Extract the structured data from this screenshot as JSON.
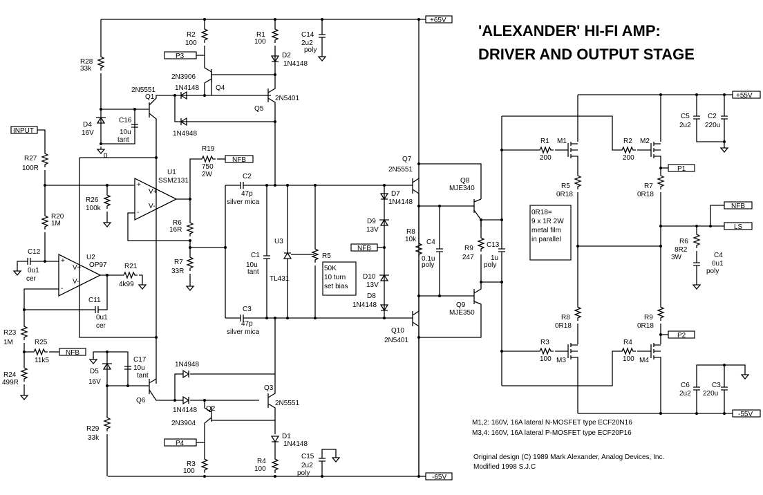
{
  "title": {
    "line1": "'ALEXANDER' HI-FI AMP:",
    "line2": "DRIVER AND OUTPUT STAGE"
  },
  "ports": {
    "v_pos65": "+65V",
    "v_neg65": "-65V",
    "v_pos55": "+55V",
    "v_neg55": "-55V",
    "input": "INPUT",
    "nfb": "NFB",
    "ls": "LS",
    "p1": "P1",
    "p2": "P2",
    "p3": "P3",
    "p4": "P4",
    "gnd": "0"
  },
  "components": {
    "R1": {
      "ref": "R1",
      "value": "100"
    },
    "R2": {
      "ref": "R2",
      "value": "100"
    },
    "R3": {
      "ref": "R3",
      "value": "100"
    },
    "R4": {
      "ref": "R4",
      "value": "100"
    },
    "R5": {
      "ref": "R5",
      "value": "50K",
      "note1": "10 turn",
      "note2": "set bias"
    },
    "R6": {
      "ref": "R6",
      "value": "16R"
    },
    "R7": {
      "ref": "R7",
      "value": "33R"
    },
    "R8": {
      "ref": "R8",
      "value": "10k"
    },
    "R9": {
      "ref": "R9",
      "value": "247"
    },
    "R19": {
      "ref": "R19",
      "value": "750",
      "rating": "2W"
    },
    "R20": {
      "ref": "R20",
      "value": "1M"
    },
    "R21": {
      "ref": "R21",
      "value": "4k99"
    },
    "R23": {
      "ref": "R23",
      "value": "1M"
    },
    "R24": {
      "ref": "R24",
      "value": "499R"
    },
    "R25": {
      "ref": "R25",
      "value": "11k5"
    },
    "R26": {
      "ref": "R26",
      "value": "100k"
    },
    "R27": {
      "ref": "R27",
      "value": "100R"
    },
    "R28": {
      "ref": "R28",
      "value": "33k"
    },
    "R29": {
      "ref": "R29",
      "value": "33k"
    },
    "C1": {
      "ref": "C1",
      "value": "10u",
      "type": "tant"
    },
    "C2": {
      "ref": "C2",
      "value": "47p",
      "type": "silver mica"
    },
    "C3": {
      "ref": "C3",
      "value": "47p",
      "type": "silver mica"
    },
    "C4": {
      "ref": "C4",
      "value": "0.1u",
      "type": "poly"
    },
    "C11": {
      "ref": "C11",
      "value": "0u1",
      "type": "cer"
    },
    "C12": {
      "ref": "C12",
      "value": "0u1",
      "type": "cer"
    },
    "C13": {
      "ref": "C13",
      "value": "1u",
      "type": "poly"
    },
    "C14": {
      "ref": "C14",
      "value": "2u2",
      "type": "poly"
    },
    "C15": {
      "ref": "C15",
      "value": "2u2",
      "type": "poly"
    },
    "C16": {
      "ref": "C16",
      "value": "10u",
      "type": "tant"
    },
    "C17": {
      "ref": "C17",
      "value": "10u",
      "type": "tant"
    },
    "D1": {
      "ref": "D1",
      "value": "1N4148"
    },
    "D2": {
      "ref": "D2",
      "value": "1N4148"
    },
    "D4": {
      "ref": "D4",
      "value": "16V"
    },
    "D5": {
      "ref": "D5",
      "value": "16V"
    },
    "D7": {
      "ref": "D7",
      "value": "1N4148"
    },
    "D8": {
      "ref": "D8",
      "value": "1N4148"
    },
    "D9": {
      "ref": "D9",
      "value": "13V"
    },
    "D10": {
      "ref": "D10",
      "value": "13V"
    },
    "Dq4a": {
      "value": "1N4148"
    },
    "Dq4b": {
      "value": "1N4948"
    },
    "Dq2a": {
      "value": "1N4148"
    },
    "Dq2b": {
      "value": "1N4948"
    },
    "Q1": {
      "ref": "Q1",
      "value": "2N5551"
    },
    "Q2": {
      "ref": "Q2",
      "value": "2N3904"
    },
    "Q3": {
      "ref": "Q3",
      "value": "2N5551"
    },
    "Q4": {
      "ref": "Q4",
      "value": "2N3906"
    },
    "Q5": {
      "ref": "Q5",
      "value": "2N5401"
    },
    "Q6": {
      "ref": "Q6"
    },
    "Q7": {
      "ref": "Q7",
      "value": "2N5551"
    },
    "Q8": {
      "ref": "Q8",
      "value": "MJE340"
    },
    "Q9": {
      "ref": "Q9",
      "value": "MJE350"
    },
    "Q10": {
      "ref": "Q10",
      "value": "2N5401"
    },
    "U1": {
      "ref": "U1",
      "value": "SSM2131",
      "vp": "V+",
      "vm": "V-"
    },
    "U2": {
      "ref": "U2",
      "value": "OP97",
      "vp": "V+",
      "vm": "V-"
    },
    "U3": {
      "ref": "U3",
      "value": "TL431"
    }
  },
  "output_stage": {
    "R1": {
      "ref": "R1",
      "value": "200"
    },
    "R2": {
      "ref": "R2",
      "value": "200"
    },
    "R3": {
      "ref": "R3",
      "value": "100"
    },
    "R4": {
      "ref": "R4",
      "value": "100"
    },
    "R5": {
      "ref": "R5",
      "value": "0R18"
    },
    "R6": {
      "ref": "R6",
      "value": "8R2",
      "rating": "3W"
    },
    "R7": {
      "ref": "R7",
      "value": "0R18"
    },
    "R8": {
      "ref": "R8",
      "value": "0R18"
    },
    "R9": {
      "ref": "R9",
      "value": "0R18"
    },
    "C2": {
      "ref": "C2",
      "value": "220u"
    },
    "C3": {
      "ref": "C3",
      "value": "220u"
    },
    "C4": {
      "ref": "C4",
      "value": "0u1",
      "type": "poly"
    },
    "C5": {
      "ref": "C5",
      "value": "2u2"
    },
    "C6": {
      "ref": "C6",
      "value": "2u2"
    },
    "M1": {
      "ref": "M1"
    },
    "M2": {
      "ref": "M2"
    },
    "M3": {
      "ref": "M3"
    },
    "M4": {
      "ref": "M4"
    },
    "note_box": [
      "0R18=",
      "9 x 1R 2W",
      "metal film",
      "in parallel"
    ]
  },
  "notes": {
    "mosfet_n": "M1,2: 160V, 16A lateral N-MOSFET type ECF20N16",
    "mosfet_p": "M3,4: 160V, 16A lateral P-MOSFET type ECF20P16",
    "credit": "Original design (C) 1989 Mark Alexander, Analog Devices, Inc.",
    "modified": "Modified 1998 S.J.C"
  }
}
